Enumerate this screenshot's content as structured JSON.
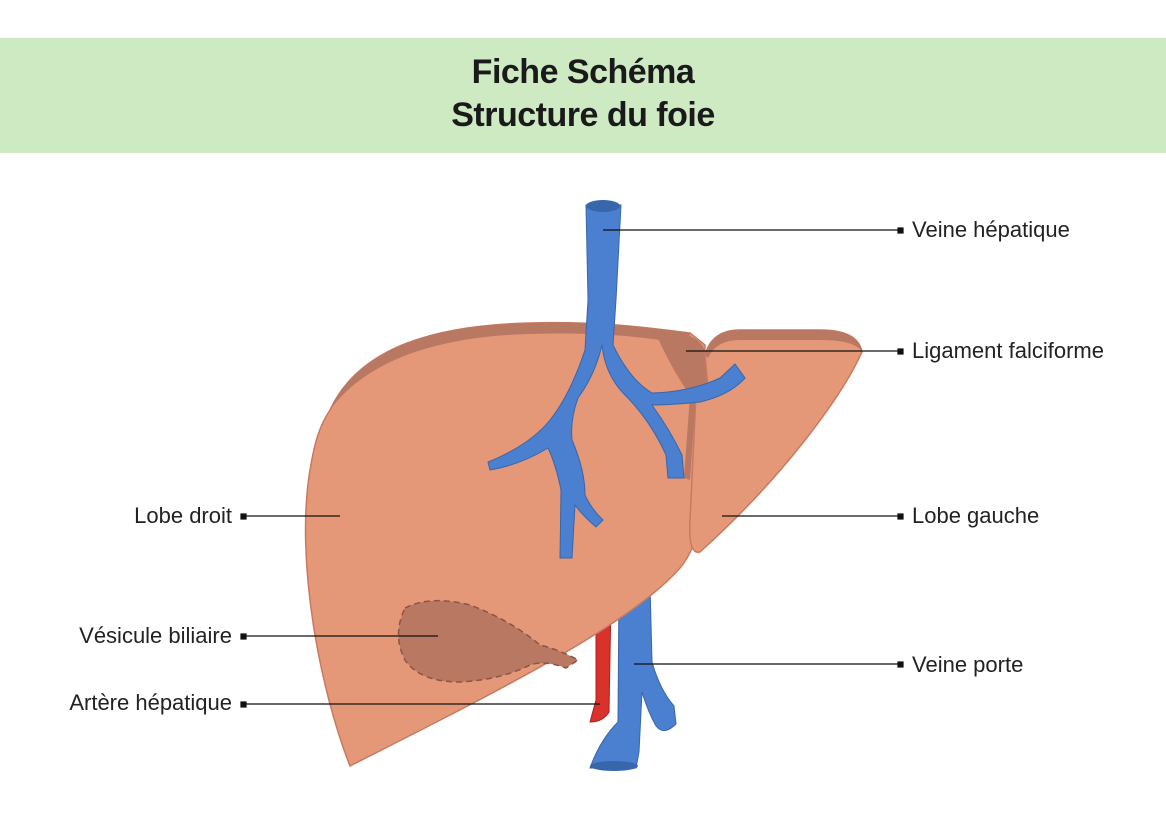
{
  "header": {
    "line1": "Fiche Schéma",
    "line2": "Structure du foie"
  },
  "labels": {
    "veine_hepatique": "Veine hépatique",
    "ligament_falciforme": "Ligament falciforme",
    "lobe_gauche": "Lobe gauche",
    "veine_porte": "Veine porte",
    "lobe_droit": "Lobe droit",
    "vesicule_biliaire": "Vésicule biliaire",
    "artere_hepatique": "Artère hépatique"
  },
  "colors": {
    "header_bg": "#cdeac3",
    "liver": "#e59878",
    "liver_dark": "#b97862",
    "vein": "#4a80cf",
    "artery": "#d8322a"
  }
}
